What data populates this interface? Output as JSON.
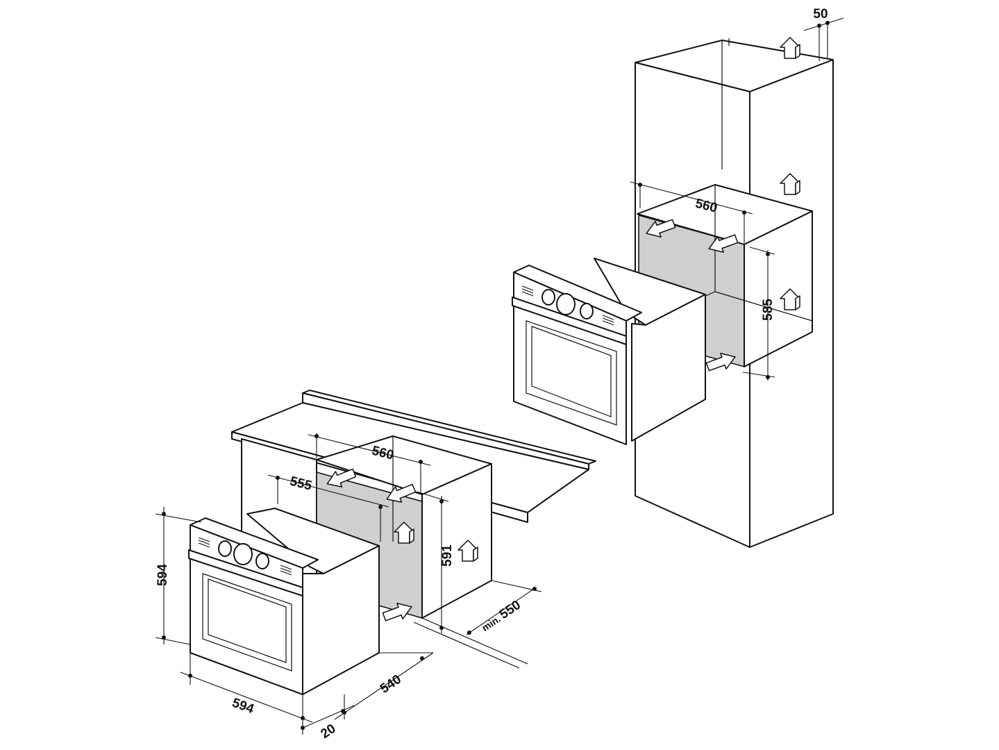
{
  "dimensions": {
    "upper_column_gap": "50",
    "upper_niche_width": "560",
    "upper_niche_height": "585",
    "lower_niche_width": "560",
    "lower_niche_inner_width": "555",
    "lower_niche_height": "591",
    "lower_niche_depth_prefix": "min.",
    "lower_niche_depth": "550",
    "oven_height": "594",
    "oven_width": "594",
    "oven_depth": "540",
    "oven_front_thickness": "20"
  },
  "icons": {
    "ventilation_arrow": "ventilation-arrow-icon",
    "control_knob": "knob-icon"
  }
}
